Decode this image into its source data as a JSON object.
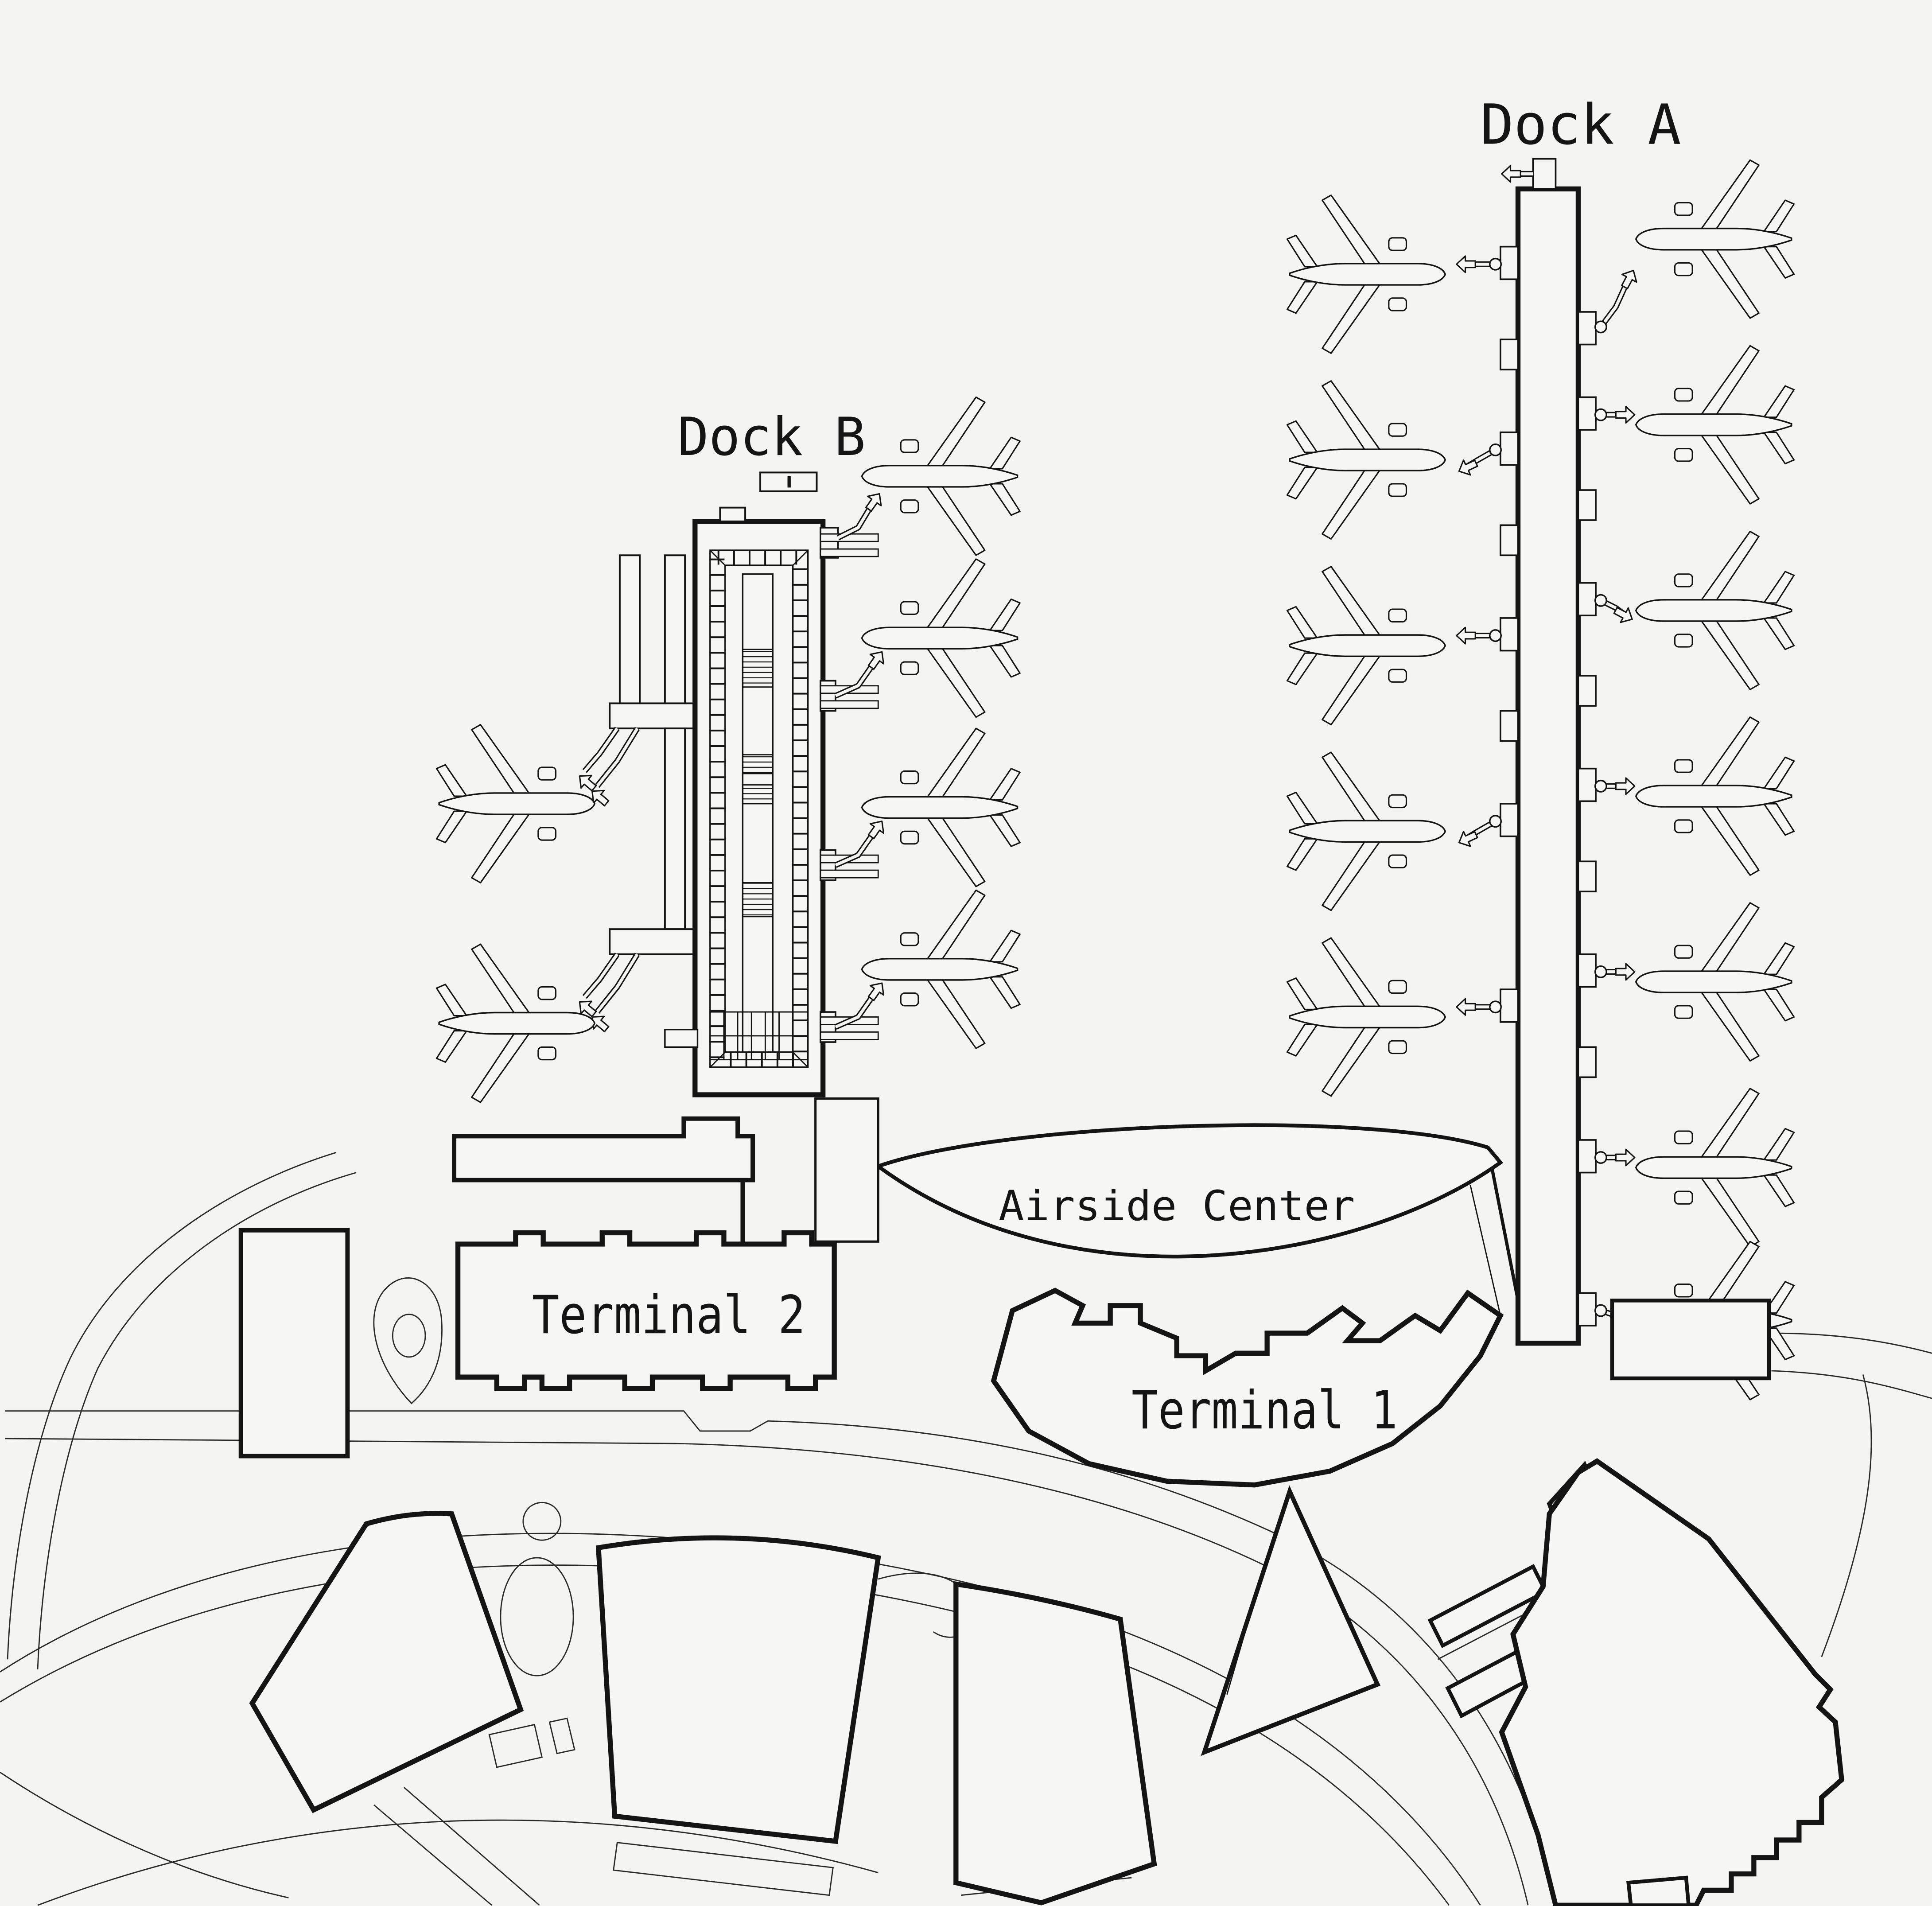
{
  "page": {
    "type": "airport-terminal-site-plan",
    "background_color": "#f4f4f2",
    "line_color": "#141414",
    "building_fill_color": "#f6f6f4"
  },
  "labels": {
    "dock_a": "Dock A",
    "dock_b": "Dock B",
    "airside_center": "Airside Center",
    "terminal_1": "Terminal 1",
    "terminal_2": "Terminal 2"
  },
  "features": {
    "airplane_icon_count": 18,
    "areas": [
      "Dock A pier with jet bridges",
      "Dock B pier with jet bridges",
      "Airside Center lens building",
      "Terminal 1",
      "Terminal 2",
      "landside ring road with parking structures",
      "south-east service buildings"
    ]
  }
}
